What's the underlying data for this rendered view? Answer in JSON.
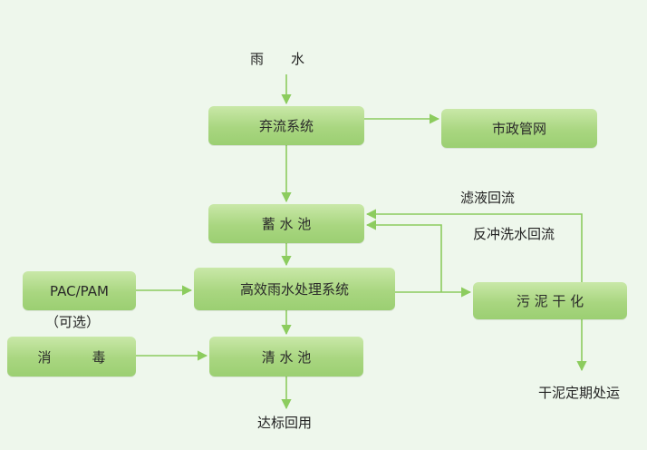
{
  "title": "雨　　水",
  "nodes": {
    "discard": "弃流系统",
    "municipal": "市政管网",
    "storage": "蓄 水 池",
    "treatment": "高效雨水处理系统",
    "pac": "PAC/PAM",
    "pac_note": "（可选）",
    "disinfect": "消　　　毒",
    "clear": "清 水 池",
    "sludge": "污 泥 干 化"
  },
  "labels": {
    "filtrate": "滤液回流",
    "backwash": "反冲洗水回流",
    "reuse": "达标回用",
    "dry_sludge": "干泥定期处运"
  },
  "colors": {
    "arrow": "#8ccc5e",
    "box": "#a9d680",
    "background": "#eef7ec"
  }
}
